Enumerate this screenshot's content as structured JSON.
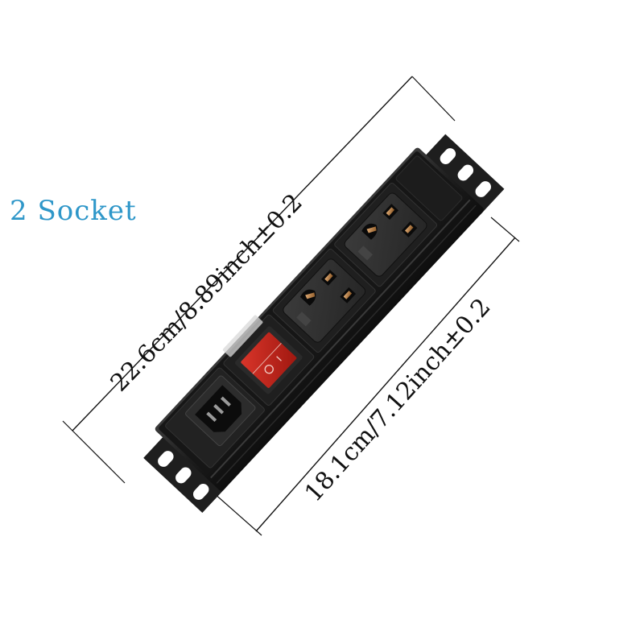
{
  "product": {
    "title": "2 Socket",
    "type": "PDU power strip",
    "socket_count": 2,
    "switch": {
      "color": "#c8261c",
      "symbol_off": "O",
      "symbol_on": "I"
    },
    "inlet": "IEC C14"
  },
  "dimensions": {
    "overall_length": "22.6cm/8.89inch±0.2",
    "body_length": "18.1cm/7.12inch±0.2"
  },
  "colors": {
    "title": "#2f97c9",
    "body": "#1c1c1c",
    "bracket": "#202020",
    "switch": "#c8261c",
    "contacts": "#b5773a"
  }
}
